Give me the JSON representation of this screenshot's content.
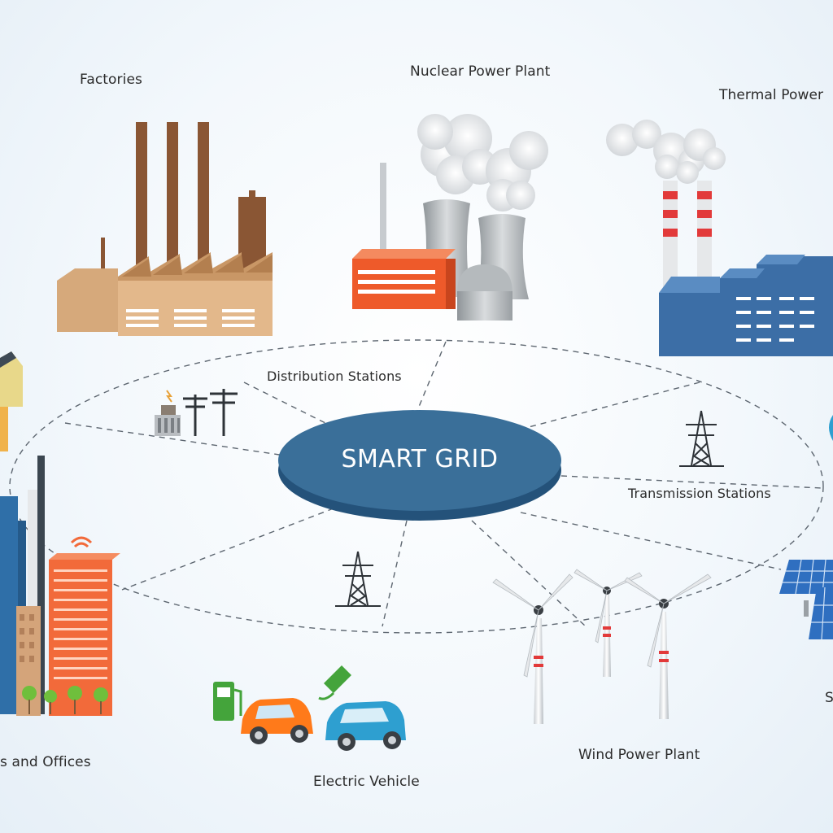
{
  "center": {
    "title": "SMART GRID"
  },
  "labels": {
    "factories": "Factories",
    "nuclear": "Nuclear Power Plant",
    "thermal": "Thermal Power",
    "distribution": "Distribution Stations",
    "transmission": "Transmission Stations",
    "homes_offices": "s and Offices",
    "electric_vehicle": "Electric Vehicle",
    "wind": "Wind Power Plant",
    "solar_partial": "S"
  },
  "colors": {
    "grid_blue": "#3a6f99",
    "grid_blue_dark": "#24527a",
    "factory_tan": "#d6a97b",
    "chimney_brown": "#8a5634",
    "nuclear_orange": "#ee5a2a",
    "thermal_blue": "#3c6ea6",
    "stack_red": "#e23a3a",
    "car_orange": "#ff7a1a",
    "car_teal": "#2e9fd0",
    "pump_green": "#44a43b",
    "building_orange": "#f26a3a",
    "solar_blue": "#2f6fc0"
  }
}
